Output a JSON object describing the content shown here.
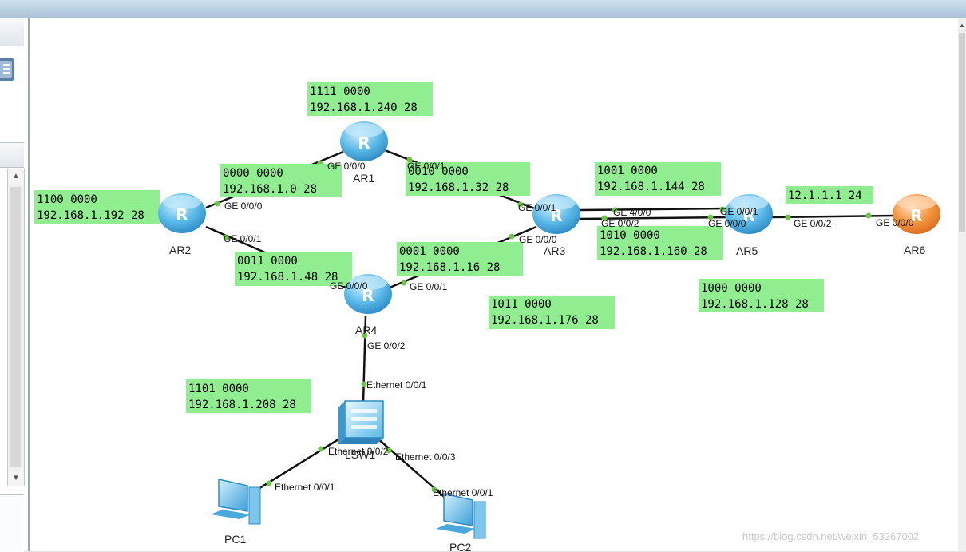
{
  "devices": [
    {
      "id": "AR1",
      "label": "AR1",
      "kind": "router"
    },
    {
      "id": "AR2",
      "label": "AR2",
      "kind": "router"
    },
    {
      "id": "AR3",
      "label": "AR3",
      "kind": "router"
    },
    {
      "id": "AR4",
      "label": "AR4",
      "kind": "router"
    },
    {
      "id": "AR5",
      "label": "AR5",
      "kind": "router"
    },
    {
      "id": "AR6",
      "label": "AR6",
      "kind": "router-orange"
    },
    {
      "id": "LSW1",
      "label": "LSW1",
      "kind": "switch"
    },
    {
      "id": "PC1",
      "label": "PC1",
      "kind": "pc"
    },
    {
      "id": "PC2",
      "label": "PC2",
      "kind": "pc"
    }
  ],
  "links": [
    {
      "id": "ar2-ar1",
      "a": "AR2",
      "b": "AR1"
    },
    {
      "id": "ar1-ar3",
      "a": "AR1",
      "b": "AR3"
    },
    {
      "id": "ar2-ar4",
      "a": "AR2",
      "b": "AR4"
    },
    {
      "id": "ar4-ar3",
      "a": "AR4",
      "b": "AR3"
    },
    {
      "id": "ar3-ar5-a",
      "a": "AR3",
      "b": "AR5"
    },
    {
      "id": "ar3-ar5-b",
      "a": "AR3",
      "b": "AR5"
    },
    {
      "id": "ar5-ar6",
      "a": "AR5",
      "b": "AR6"
    },
    {
      "id": "ar4-lsw1",
      "a": "AR4",
      "b": "LSW1"
    },
    {
      "id": "lsw1-pc1",
      "a": "LSW1",
      "b": "PC1"
    },
    {
      "id": "lsw1-pc2",
      "a": "LSW1",
      "b": "PC2"
    }
  ],
  "interfaces": [
    {
      "id": "ar1-g000",
      "text": "GE 0/0/0"
    },
    {
      "id": "ar1-g001",
      "text": "GE 0/0/1"
    },
    {
      "id": "ar2-g000",
      "text": "GE 0/0/0"
    },
    {
      "id": "ar2-g001",
      "text": "GE 0/0/1"
    },
    {
      "id": "ar3-g001",
      "text": "GE 0/0/1"
    },
    {
      "id": "ar3-g000",
      "text": "GE 0/0/0"
    },
    {
      "id": "ar3-g400",
      "text": "GE 4/0/0"
    },
    {
      "id": "ar3-g002",
      "text": "GE 0/0/2"
    },
    {
      "id": "ar4-g000",
      "text": "GE 0/0/0"
    },
    {
      "id": "ar4-g001",
      "text": "GE 0/0/1"
    },
    {
      "id": "ar4-g002",
      "text": "GE 0/0/2"
    },
    {
      "id": "ar5-g001",
      "text": "GE 0/0/1"
    },
    {
      "id": "ar5-g000",
      "text": "GE 0/0/0"
    },
    {
      "id": "ar5-g002",
      "text": "GE 0/0/2"
    },
    {
      "id": "ar6-g000",
      "text": "GE 0/0/0"
    },
    {
      "id": "lsw1-e001",
      "text": "Ethernet 0/0/1"
    },
    {
      "id": "lsw1-e002",
      "text": "Ethernet 0/0/2"
    },
    {
      "id": "lsw1-e003",
      "text": "Ethernet 0/0/3"
    },
    {
      "id": "pc1-e001",
      "text": "Ethernet 0/0/1"
    },
    {
      "id": "pc2-e001",
      "text": "Ethernet 0/0/1"
    }
  ],
  "notes": [
    {
      "id": "n1111",
      "line1": "1111 0000",
      "line2": "192.168.1.240 28"
    },
    {
      "id": "n0000",
      "line1": "0000 0000",
      "line2": "192.168.1.0  28"
    },
    {
      "id": "n0010",
      "line1": "0010 0000",
      "line2": "192.168.1.32  28"
    },
    {
      "id": "n1100",
      "line1": "1100 0000",
      "line2": "192.168.1.192 28"
    },
    {
      "id": "n1001",
      "line1": "1001 0000",
      "line2": "192.168.1.144 28"
    },
    {
      "id": "n1010",
      "line1": "1010 0000",
      "line2": "192.168.1.160 28"
    },
    {
      "id": "n12",
      "line1": "12.1.1.1 24",
      "line2": ""
    },
    {
      "id": "n0011",
      "line1": "0011 0000",
      "line2": "192.168.1.48 28"
    },
    {
      "id": "n0001",
      "line1": "0001 0000",
      "line2": "192.168.1.16  28"
    },
    {
      "id": "n1000",
      "line1": "1000 0000",
      "line2": "192.168.1.128 28"
    },
    {
      "id": "n1011",
      "line1": "1011 0000",
      "line2": "192.168.1.176 28"
    },
    {
      "id": "n1101",
      "line1": "1101 0000",
      "line2": "192.168.1.208 28"
    }
  ],
  "watermark": "https://blog.csdn.net/weixin_53267002",
  "colors": {
    "note_fill": "#90ee90",
    "router_blue": "#3fa7dc",
    "router_orange": "#f08a3c",
    "link": "#111111",
    "port_dot": "#6cc644"
  }
}
